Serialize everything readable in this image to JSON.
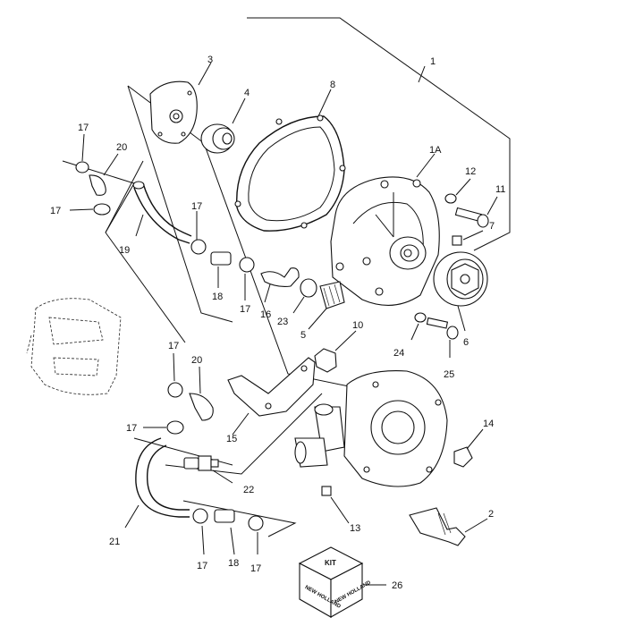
{
  "callouts": {
    "c1": "1",
    "c1a": "1A",
    "c2": "2",
    "c3": "3",
    "c4": "4",
    "c5": "5",
    "c6": "6",
    "c7": "7",
    "c8": "8",
    "c10": "10",
    "c11": "11",
    "c12": "12",
    "c13": "13",
    "c14": "14",
    "c15": "15",
    "c16": "16",
    "c17a": "17",
    "c17b": "17",
    "c17c": "17",
    "c17d": "17",
    "c17e": "17",
    "c17f": "17",
    "c17g": "17",
    "c17h": "17",
    "c18a": "18",
    "c18b": "18",
    "c19": "19",
    "c20a": "20",
    "c20b": "20",
    "c21": "21",
    "c22": "22",
    "c23": "23",
    "c24": "24",
    "c25": "25",
    "c26": "26"
  },
  "kit": {
    "label": "KIT",
    "brand_left": "NEW HOLLAND",
    "brand_right": "NEW HOLLAND"
  }
}
